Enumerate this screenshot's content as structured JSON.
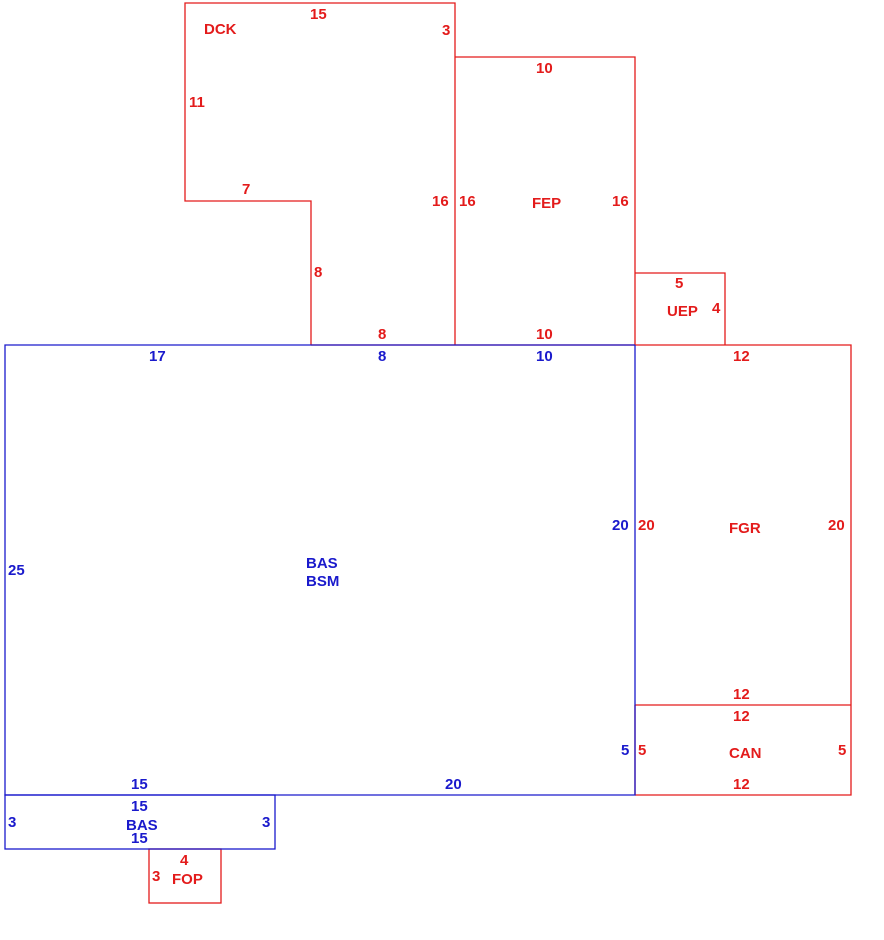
{
  "colors": {
    "red": "#e31b1b",
    "blue": "#1a1acc"
  },
  "areas": {
    "dck": {
      "name": "DCK",
      "top": "15",
      "right": "3",
      "left": "11",
      "step_top": "7",
      "step_right": "8",
      "right_long": "16",
      "bottom": "8"
    },
    "fep": {
      "name": "FEP",
      "top": "10",
      "left": "16",
      "right": "16",
      "bottom": "10"
    },
    "uep": {
      "name": "UEP",
      "top": "5",
      "right": "4"
    },
    "bas_main": {
      "name": "BAS",
      "name2": "BSM",
      "top_left": "17",
      "top_mid": "8",
      "top_right": "10",
      "left": "25",
      "right": "20",
      "right_small": "5",
      "bottom_left": "15",
      "bottom_right": "20"
    },
    "fgr": {
      "name": "FGR",
      "top": "12",
      "left": "20",
      "right": "20",
      "bottom": "12"
    },
    "can": {
      "name": "CAN",
      "top": "12",
      "left": "5",
      "right": "5",
      "bottom": "12"
    },
    "bas_small": {
      "name": "BAS",
      "top": "15",
      "bottom": "15",
      "left": "3",
      "right": "3"
    },
    "fop": {
      "name": "FOP",
      "top": "4",
      "left": "3"
    }
  }
}
